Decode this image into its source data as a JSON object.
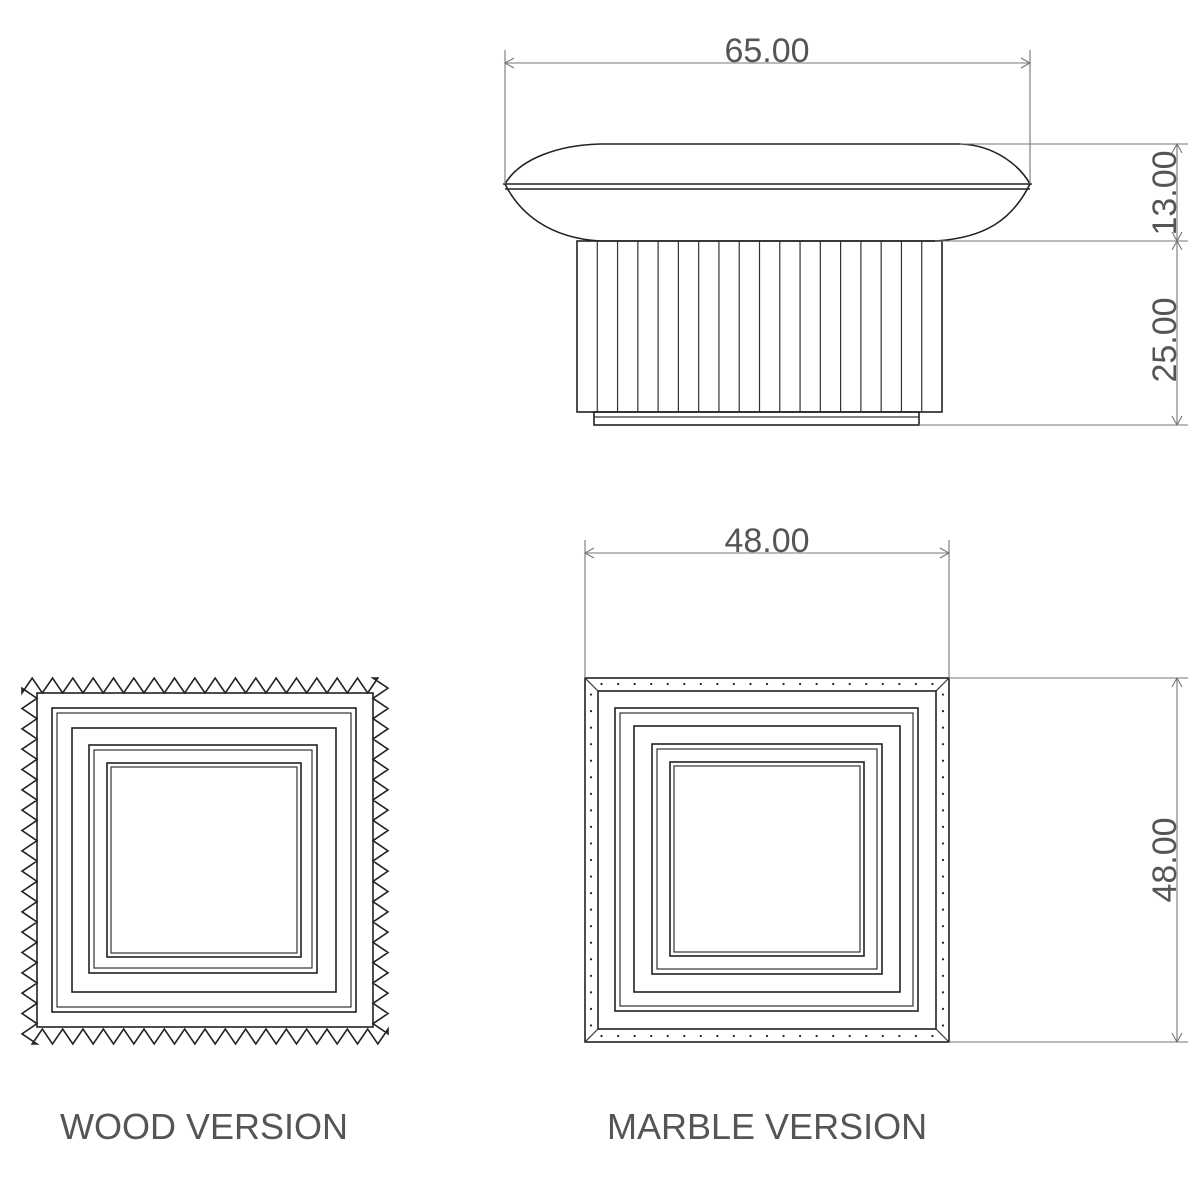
{
  "dimensions": {
    "side_width": "65.00",
    "top_height": "13.00",
    "base_height": "25.00",
    "plan_width": "48.00",
    "plan_depth": "48.00"
  },
  "labels": {
    "wood": "WOOD VERSION",
    "marble": "MARBLE VERSION"
  },
  "colors": {
    "line": "#222222",
    "dimension": "#777777",
    "text": "#555555"
  }
}
